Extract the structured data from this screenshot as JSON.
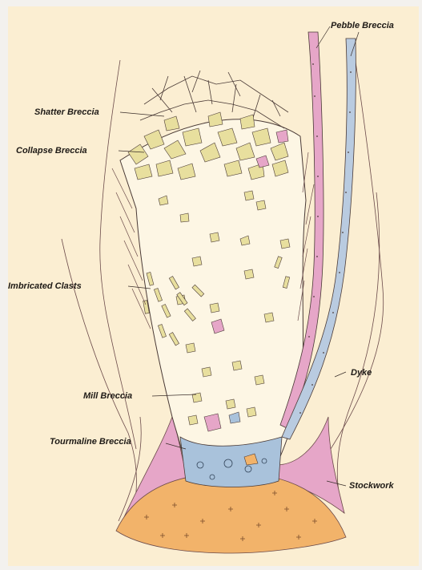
{
  "diagram": {
    "labels": {
      "pebble_breccia": "Pebble Breccia",
      "shatter_breccia": "Shatter Breccia",
      "collapse_breccia": "Collapse Breccia",
      "imbricated_clasts": "Imbricated Clasts",
      "mill_breccia": "Mill Breccia",
      "tourmaline_breccia": "Tourmaline Breccia",
      "dyke": "Dyke",
      "stockwork": "Stockwork"
    },
    "colors": {
      "paper": "#fbeed2",
      "frame": "#f3f1ee",
      "pipe_fill": "#fdf6e4",
      "clast_yellow": "#e8df9e",
      "pink": "#e6a6c8",
      "tourmaline_blue": "#a9c2db",
      "intrusion_orange": "#f2b36a",
      "ink": "#3a2e2a"
    }
  }
}
